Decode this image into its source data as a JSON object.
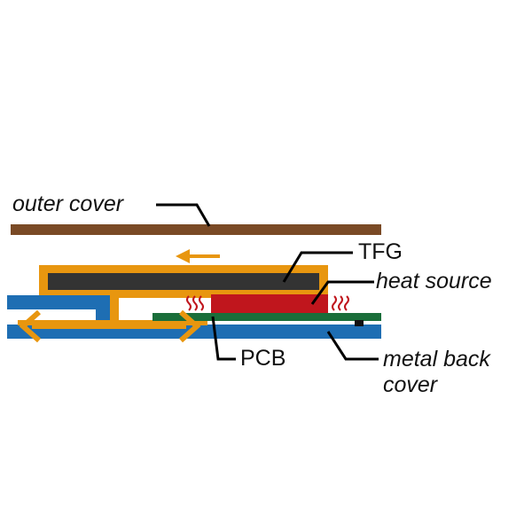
{
  "labels": {
    "outer_cover": "outer cover",
    "tfg": "TFG",
    "heat_source": "heat source",
    "pcb": "PCB",
    "metal_back_cover_line1": "metal back",
    "metal_back_cover_line2": "cover"
  },
  "colors": {
    "outer_cover": "#7a4a26",
    "tfg": "#e8960f",
    "dark_layer": "#333333",
    "heat_source": "#c0161d",
    "pcb": "#1a6e3a",
    "metal_back_cover": "#1e6eb3",
    "heat_waves": "#c0161d",
    "leader_lines": "#000000"
  },
  "icons": {
    "heat_flow_arrow": "left-arrow-icon",
    "spread_arrow": "double-arrow-icon",
    "heat_waves": "wavy-lines-icon"
  }
}
